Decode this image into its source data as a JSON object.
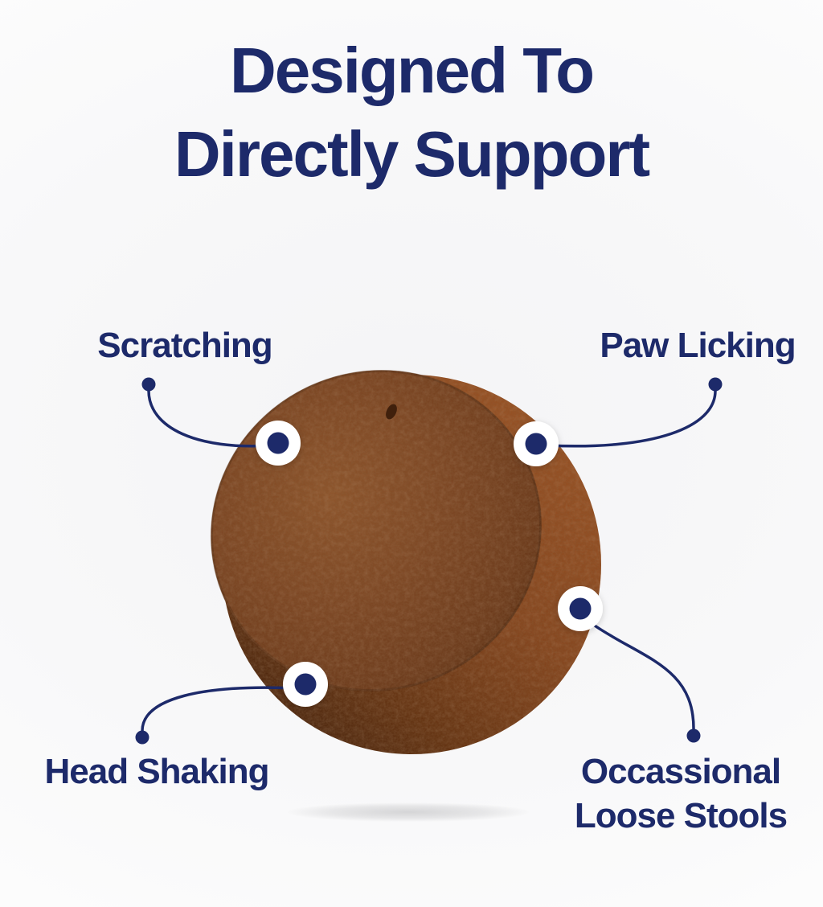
{
  "page": {
    "colors": {
      "navy": "#1d2a6a",
      "bg-center": "#f4f4f6",
      "chew-face": "#7c4421",
      "chew-rim": "#8f4a1f"
    }
  },
  "title": {
    "line1": "Designed To",
    "line2": "Directly Support"
  },
  "product_image": {
    "name": "brown-soft-chew-supplement"
  },
  "callouts": [
    {
      "id": "scratching",
      "label": "Scratching"
    },
    {
      "id": "paw-licking",
      "label": "Paw Licking"
    },
    {
      "id": "head-shaking",
      "label": "Head Shaking"
    },
    {
      "id": "loose-stools",
      "label": "Occassional Loose Stools"
    }
  ]
}
